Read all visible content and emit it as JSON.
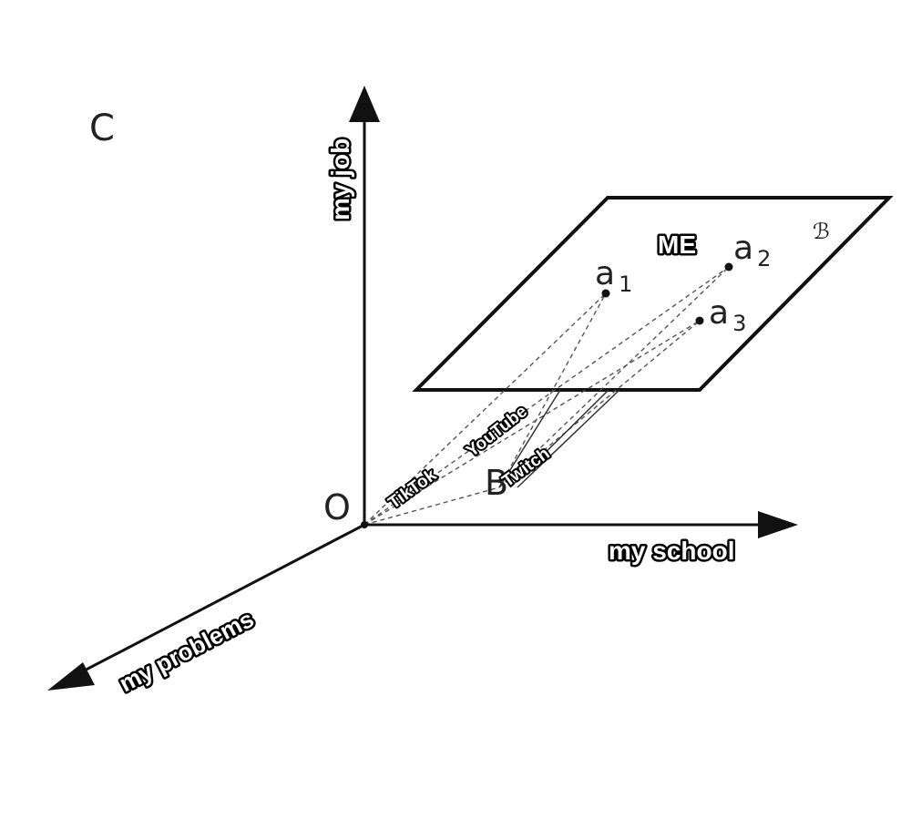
{
  "corner_letter": "C",
  "origin_label": "O",
  "plane_label": "ME",
  "plane_symbol": "ℬ",
  "point_b_label": "B",
  "axes": {
    "vertical": "my job",
    "horizontal": "my school",
    "depth": "my problems"
  },
  "points": [
    {
      "name": "a",
      "sub": "1"
    },
    {
      "name": "a",
      "sub": "2"
    },
    {
      "name": "a",
      "sub": "3"
    }
  ],
  "platforms": {
    "tiktok": "TikTok",
    "youtube": "YouTube",
    "twitch": "Twitch"
  }
}
